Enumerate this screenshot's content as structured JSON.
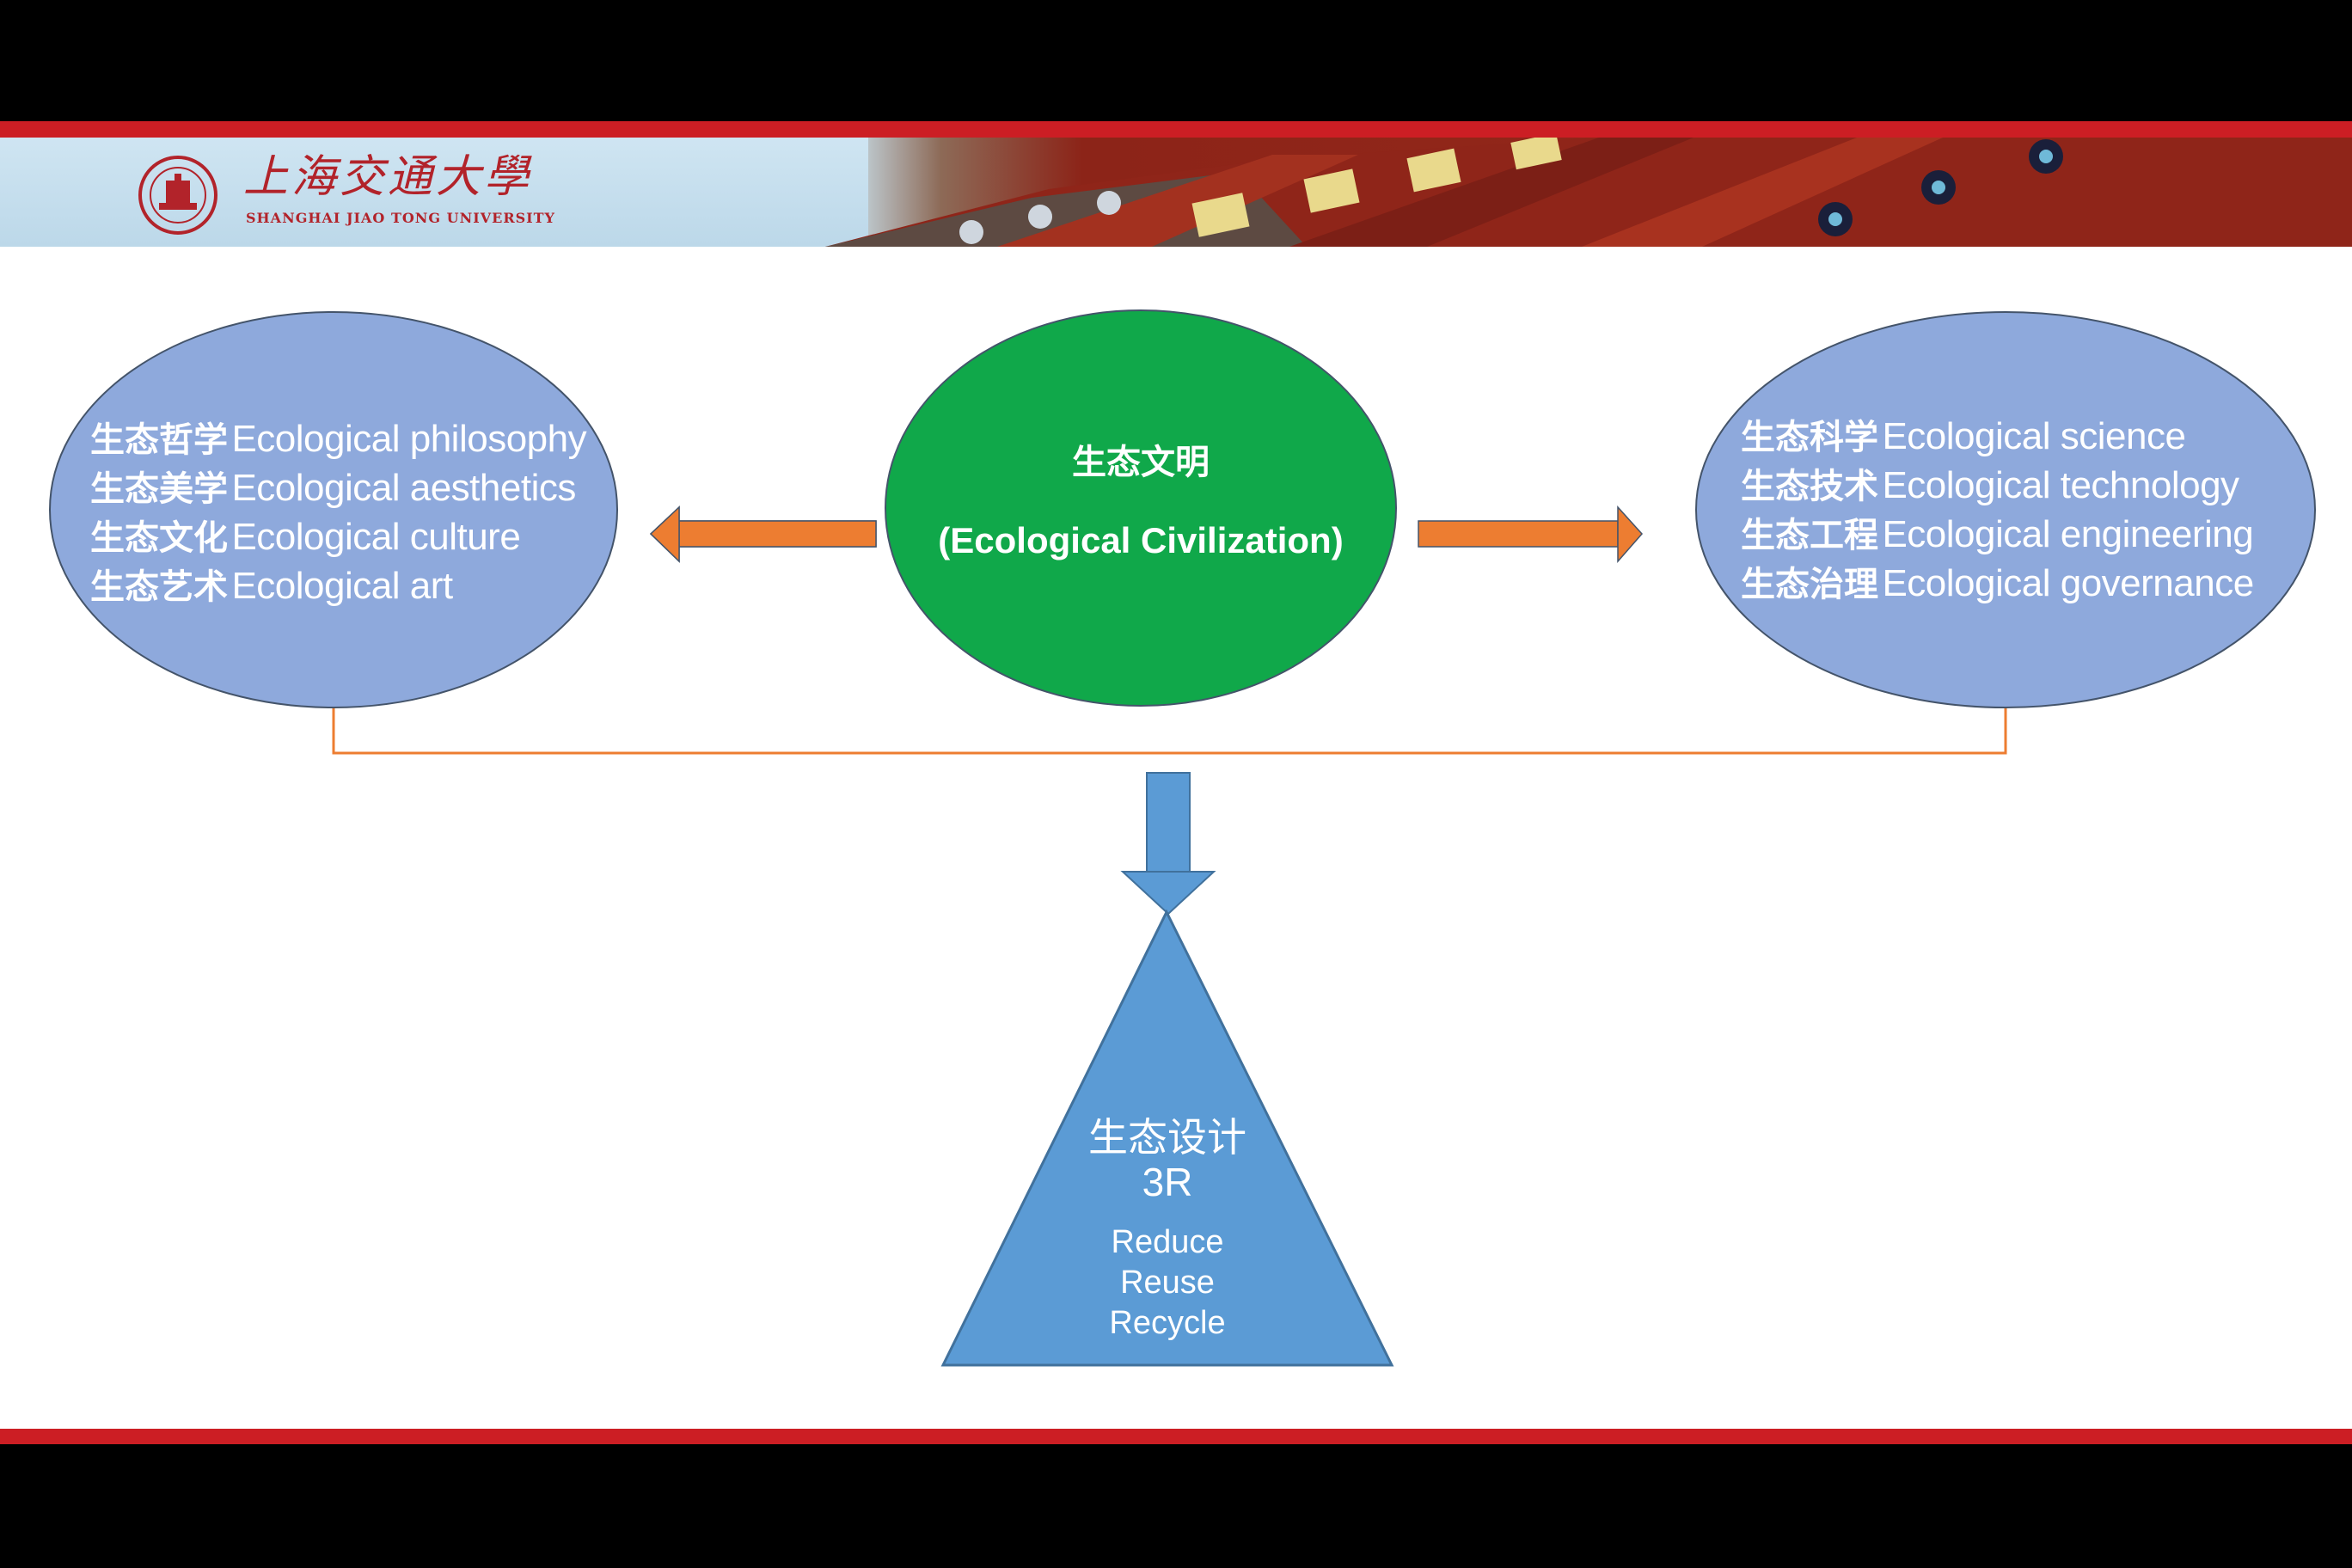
{
  "header": {
    "university_name_cn": "上海交通大學",
    "university_name_en": "SHANGHAI JIAO TONG UNIVERSITY",
    "brand_color": "#cc1e24"
  },
  "center": {
    "title_cn": "生态文明",
    "title_en": "(Ecological Civilization)",
    "color": "#10a84a"
  },
  "left_group": {
    "color": "#8ea9dc",
    "items": [
      {
        "cn": "生态哲学",
        "en": "Ecological philosophy"
      },
      {
        "cn": "生态美学",
        "en": "Ecological aesthetics"
      },
      {
        "cn": "生态文化",
        "en": "Ecological culture"
      },
      {
        "cn": "生态艺术",
        "en": "Ecological art"
      }
    ]
  },
  "right_group": {
    "color": "#8ea9dc",
    "items": [
      {
        "cn": "生态科学",
        "en": "Ecological science"
      },
      {
        "cn": "生态技术",
        "en": "Ecological technology"
      },
      {
        "cn": "生态工程",
        "en": "Ecological engineering"
      },
      {
        "cn": "生态治理",
        "en": "Ecological governance"
      }
    ]
  },
  "arrows": {
    "color": "#ed7d31",
    "down_color": "#5b9bd5"
  },
  "triangle": {
    "color": "#5b9bd5",
    "title_cn": "生态设计",
    "title_3r": "3R",
    "items": [
      "Reduce",
      "Reuse",
      "Recycle"
    ]
  }
}
